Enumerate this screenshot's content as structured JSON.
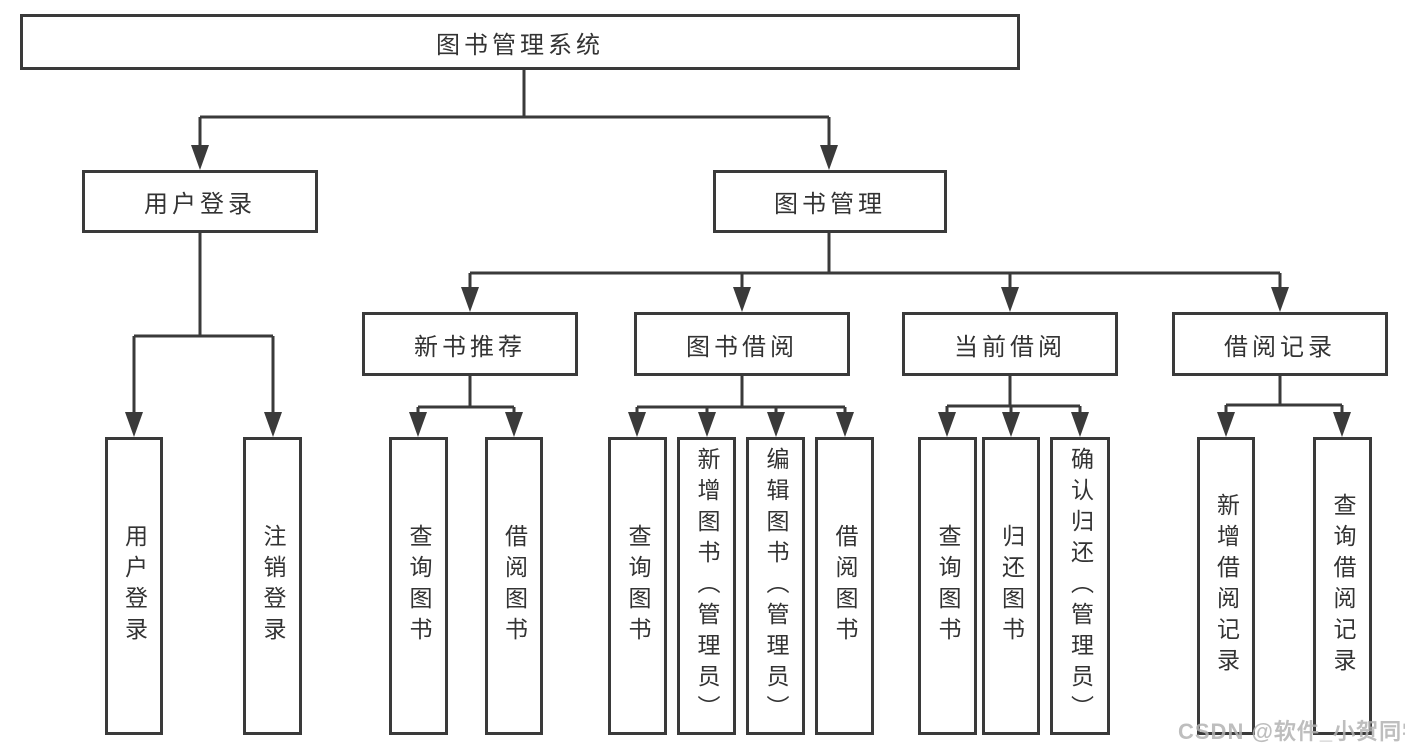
{
  "diagram": {
    "root": {
      "label": "图书管理系统"
    },
    "level1": [
      {
        "label": "用户登录"
      },
      {
        "label": "图书管理"
      }
    ],
    "level2": [
      {
        "label": "新书推荐"
      },
      {
        "label": "图书借阅"
      },
      {
        "label": "当前借阅"
      },
      {
        "label": "借阅记录"
      }
    ],
    "leaves": {
      "user_login": [
        "用户登录",
        "注销登录"
      ],
      "new_books": [
        "查询图书",
        "借阅图书"
      ],
      "book_borrow": [
        "查询图书",
        "新增图书（管理员）",
        "编辑图书（管理员）",
        "借阅图书"
      ],
      "current_borrow": [
        "查询图书",
        "归还图书",
        "确认归还（管理员）"
      ],
      "borrow_records": [
        "新增借阅记录",
        "查询借阅记录"
      ]
    }
  },
  "watermark": "CSDN @软件_小贺同学",
  "colors": {
    "line": "#3a3a3a",
    "text": "#333333",
    "watermark": "#b3b3b3",
    "background": "#ffffff"
  }
}
